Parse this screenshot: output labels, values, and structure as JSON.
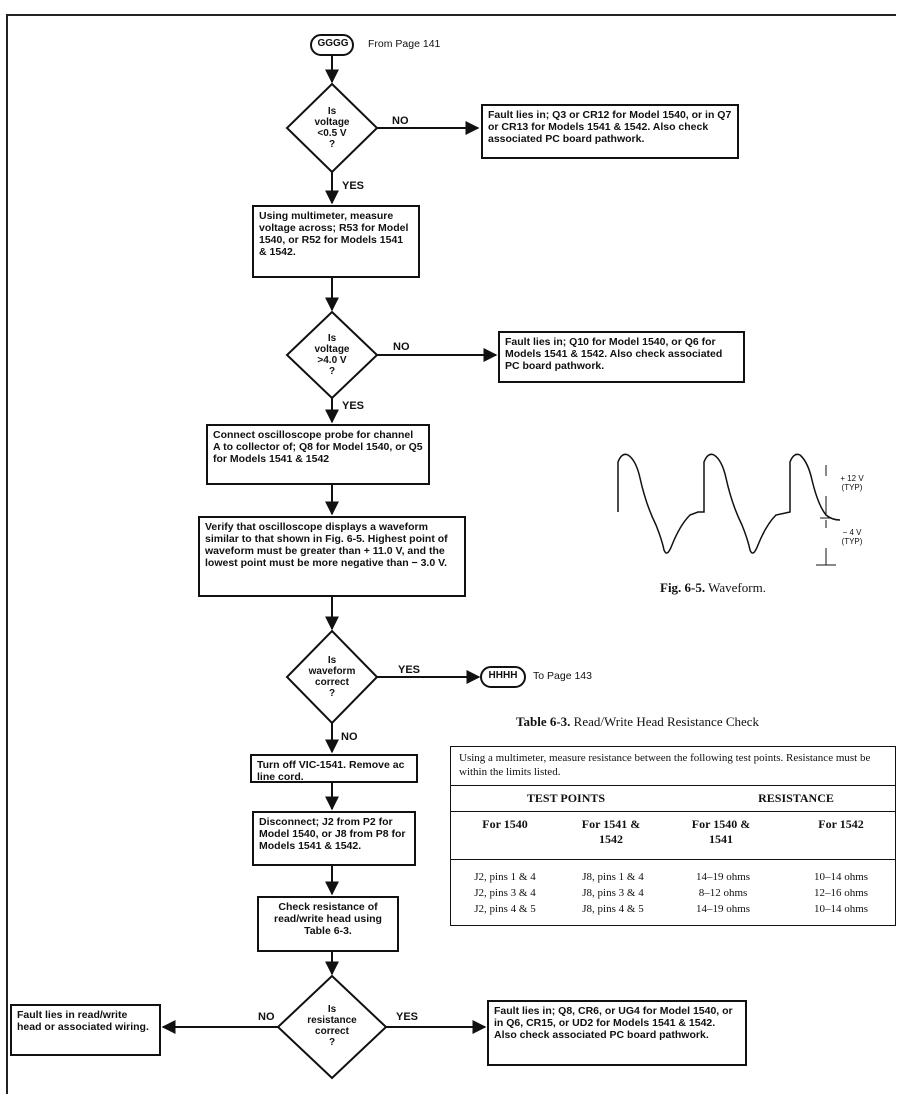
{
  "connectors": {
    "start": {
      "label": "GGGG",
      "text": "From Page 141"
    },
    "end": {
      "label": "HHHH",
      "text": "To Page 143"
    }
  },
  "decisions": {
    "d1": {
      "lines": [
        "Is",
        "voltage",
        "<0.5 V",
        "?"
      ],
      "no": "NO",
      "yes": "YES"
    },
    "d2": {
      "lines": [
        "Is",
        "voltage",
        ">4.0 V",
        "?"
      ],
      "no": "NO",
      "yes": "YES"
    },
    "d3": {
      "lines": [
        "Is",
        "waveform",
        "correct",
        "?"
      ],
      "yes": "YES",
      "no": "NO"
    },
    "d4": {
      "lines": [
        "Is",
        "resistance",
        "correct",
        "?"
      ],
      "no": "NO",
      "yes": "YES"
    }
  },
  "process": {
    "p1": "Using multimeter, measure voltage across; R53 for Model 1540, or R52 for Models 1541 & 1542.",
    "p2": "Connect oscilloscope probe for channel A to collector of; Q8 for Model 1540, or Q5 for Models 1541 & 1542",
    "p3": "Verify that oscilloscope displays a waveform similar to that shown in Fig. 6-5. Highest point of waveform must be greater than + 11.0 V, and the lowest point must be more negative than − 3.0 V.",
    "p4": "Turn off VIC-1541. Remove ac line cord.",
    "p5": "Disconnect; J2 from P2 for Model 1540, or J8 from P8 for Models 1541 & 1542.",
    "p6": "Check resistance of read/write head using Table 6-3."
  },
  "faults": {
    "f1": "Fault lies in; Q3 or CR12 for Model 1540, or in Q7 or CR13 for Models 1541 & 1542. Also check associated PC board pathwork.",
    "f2": "Fault lies in; Q10 for Model 1540, or Q6 for Models 1541 & 1542. Also check associated PC board pathwork.",
    "f3": "Fault lies in; Q8, CR6, or UG4 for Model 1540, or in Q6, CR15, or UD2 for Models 1541 & 1542. Also check associated PC board pathwork.",
    "f4": "Fault lies in read/write head or associated wiring."
  },
  "waveform": {
    "plus_label": "+ 12 V (TYP)",
    "minus_label": "− 4 V (TYP)",
    "caption_num": "Fig. 6-5.",
    "caption_text": "Waveform."
  },
  "table": {
    "title_num": "Table 6-3.",
    "title_text": "Read/Write Head Resistance Check",
    "intro": "Using a multimeter, measure resistance between the following test points. Resistance must be within the limits listed.",
    "group_headers": [
      "TEST POINTS",
      "RESISTANCE"
    ],
    "col_headers": [
      "For 1540",
      "For 1541 & 1542",
      "For 1540 & 1541",
      "For 1542"
    ],
    "rows": [
      [
        "J2, pins 1 & 4",
        "J8, pins 1 & 4",
        "14–19 ohms",
        "10–14 ohms"
      ],
      [
        "J2, pins 3 & 4",
        "J8, pins 3 & 4",
        "8–12 ohms",
        "12–16 ohms"
      ],
      [
        "J2, pins 4 & 5",
        "J8, pins 4 & 5",
        "14–19 ohms",
        "10–14 ohms"
      ]
    ]
  }
}
